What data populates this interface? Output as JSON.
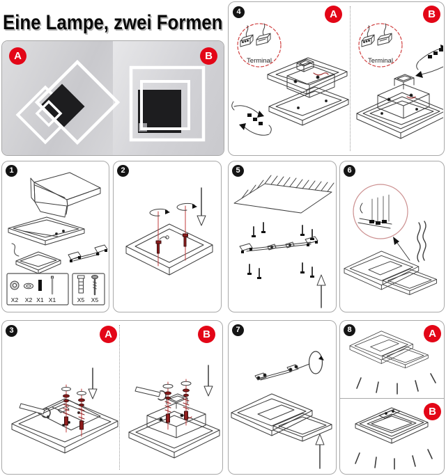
{
  "title": "Eine Lampe, zwei Formen",
  "photo": {
    "variant_a": "A",
    "variant_b": "B"
  },
  "steps": {
    "s1": {
      "num": "1",
      "box1_labels": [
        "X2",
        "X2",
        "X1",
        "X1"
      ],
      "box2_labels": [
        "X5",
        "X5"
      ]
    },
    "s2": {
      "num": "2"
    },
    "s3": {
      "num": "3",
      "variant_a": "A",
      "variant_b": "B"
    },
    "s4": {
      "num": "4",
      "variant_a": "A",
      "variant_b": "B",
      "terminal_label": "Terminal"
    },
    "s5": {
      "num": "5"
    },
    "s6": {
      "num": "6"
    },
    "s7": {
      "num": "7"
    },
    "s8": {
      "num": "8",
      "variant_a": "A",
      "variant_b": "B"
    }
  },
  "colors": {
    "badge_red": "#e30617",
    "badge_black": "#141414",
    "screw_red": "#8f1d1d",
    "guide_line_red": "#c23b3b",
    "drawing_line": "#3c3c3c",
    "panel_border": "#a8a8a8",
    "photo_background": "#d2d2d6"
  }
}
